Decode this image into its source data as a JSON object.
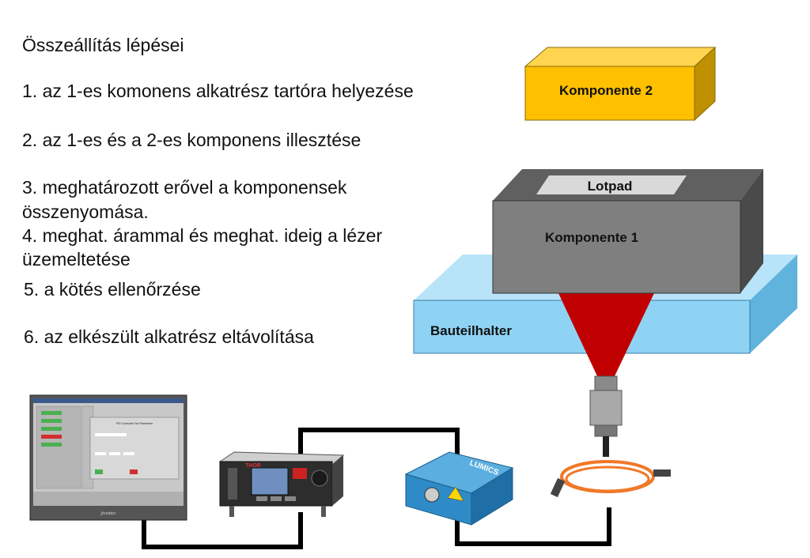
{
  "steps": {
    "title": "Összeállítás lépései",
    "step1": "1. az 1-es komonens alkatrész tartóra helyezése",
    "step2": "2. az 1-es és a 2-es komponens illesztése",
    "step3_line1": "3. meghatározott erővel a komponensek",
    "step3_line2": "összenyomása.",
    "step4_line1": "4. meghat. árammal  és meghat. ideig a lézer",
    "step4_line2": "üzemeltetése",
    "step5": "5. a kötés ellenőrzése",
    "step6": "6. az elkészült alkatrész eltávolítása"
  },
  "diagram": {
    "komponente2": "Komponente 2",
    "lotpad": "Lotpad",
    "komponente1": "Komponente 1",
    "bauteilhalter": "Bauteilhalter",
    "controller_brand": "THOR",
    "laser_brand": "LUMICS",
    "monitor_brand": "jicontec",
    "software_title": "PID Controller Set Parameter"
  },
  "colors": {
    "komponente2_front": "#FFC000",
    "komponente2_top": "#FFD54F",
    "komponente2_side": "#BF9000",
    "komponente1_front": "#7F7F7F",
    "komponente1_top": "#606060",
    "komponente1_side": "#4A4A4A",
    "lotpad": "#D9D9D9",
    "bauteilhalter_front": "#8FD3F4",
    "bauteilhalter_top": "#B7E4F9",
    "bauteilhalter_side": "#5FB3DD",
    "laser_beam": "#C00000",
    "cable": "#000000",
    "fiber": "#F07828",
    "laser_module": "#2E8BC8"
  }
}
